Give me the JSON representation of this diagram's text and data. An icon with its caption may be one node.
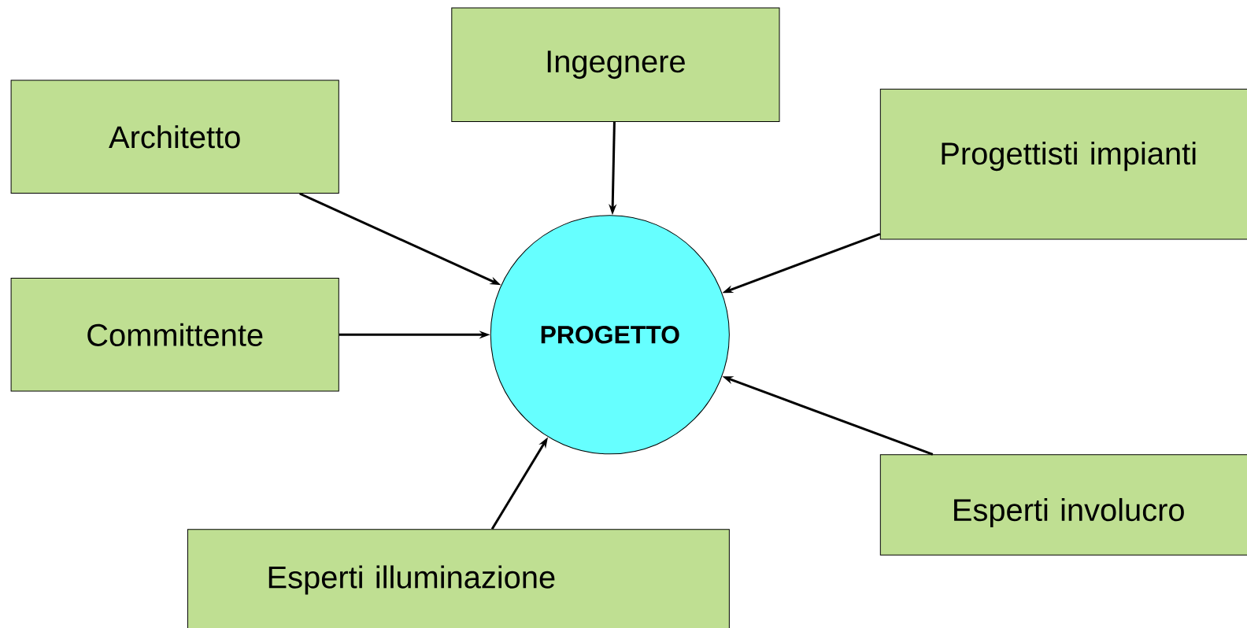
{
  "diagram": {
    "nodes": [
      {
        "text": [
          "Ingegnere"
        ]
      },
      {
        "text": [
          "Architetto"
        ]
      },
      {
        "text": [
          "Progettisti impianti"
        ]
      },
      {
        "text": [
          "Committente"
        ]
      },
      {
        "text": [
          "PROGETTO"
        ]
      },
      {
        "text": [
          "Esperti involucro"
        ]
      },
      {
        "text": [
          "Esperti illuminazione"
        ]
      }
    ],
    "edges": [
      {
        "from": 0,
        "to": 4,
        "arrow": "to"
      },
      {
        "from": 1,
        "to": 4,
        "arrow": "to"
      },
      {
        "from": 2,
        "to": 4,
        "arrow": "to"
      },
      {
        "from": 3,
        "to": 4,
        "arrow": "to"
      },
      {
        "from": 5,
        "to": 4,
        "arrow": "to"
      },
      {
        "from": 6,
        "to": 4,
        "arrow": "to"
      }
    ]
  }
}
